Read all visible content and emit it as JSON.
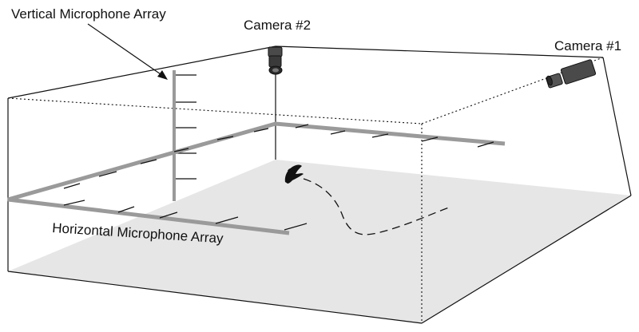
{
  "labels": {
    "vertical_array": "Vertical Microphone Array",
    "camera_2": "Camera #2",
    "camera_1": "Camera #1",
    "horizontal_array": "Horizontal Microphone Array"
  },
  "colors": {
    "floor": "#e6e6e6",
    "array_bar": "#9a9a9a",
    "line": "#111111",
    "camera_body": "#4a4a4a"
  },
  "icons": {
    "camera": "camera-icon",
    "bat": "bat-icon"
  }
}
